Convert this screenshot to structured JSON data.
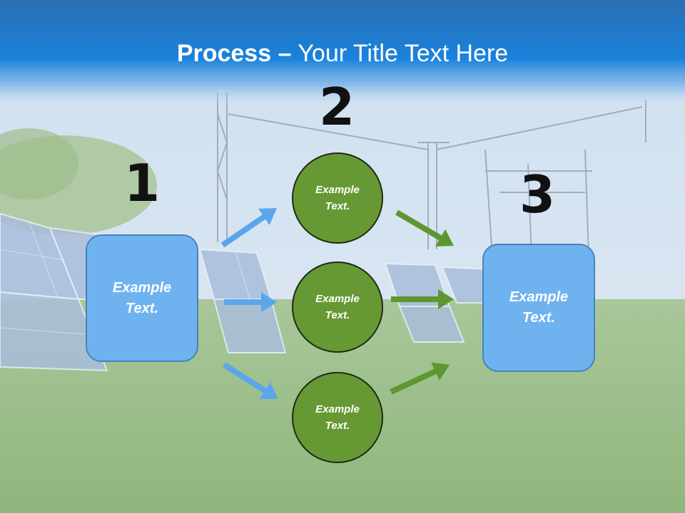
{
  "slide": {
    "title_bold": "Process",
    "title_separator": "–",
    "title_rest": "Your Title Text Here"
  },
  "steps": [
    {
      "number": "1",
      "text": "Example Text."
    },
    {
      "number": "2",
      "texts": [
        "Example Text.",
        "Example Text.",
        "Example Text."
      ]
    },
    {
      "number": "3",
      "text": "Example Text."
    }
  ],
  "colors": {
    "header_blue": "#1e78cc",
    "box_blue": "#6fb2f0",
    "circle_green": "#669933",
    "arrow_blue": "#5aa6ec",
    "arrow_green": "#5e9630"
  }
}
